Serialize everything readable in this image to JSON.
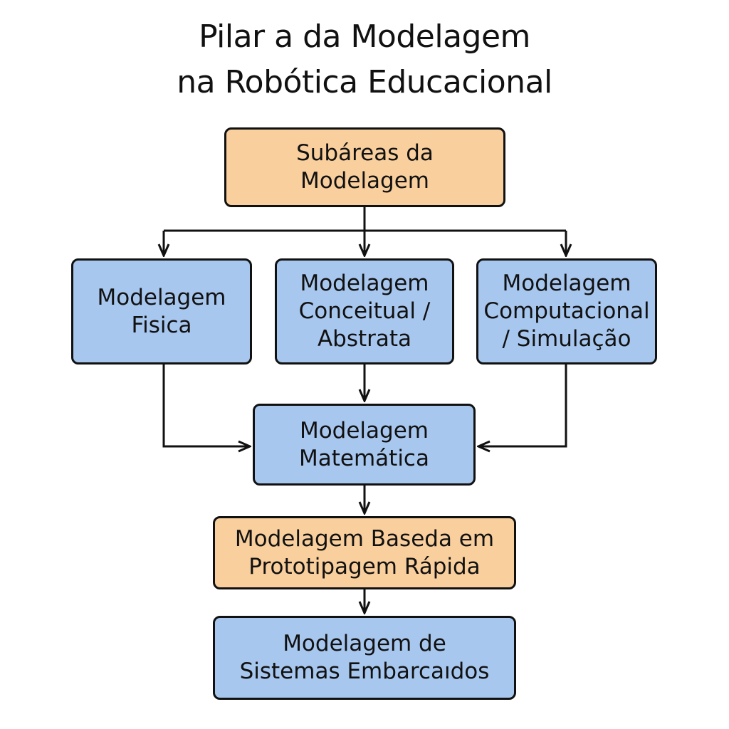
{
  "title": {
    "line1": "Pilar a  da Modelagem",
    "line2": "na Robótica Educacional"
  },
  "nodes": {
    "subareas": {
      "lines": [
        "Subáreas da",
        "Modelagem"
      ],
      "color": "#f8cf9d"
    },
    "fisica": {
      "lines": [
        "Modelagem",
        "Fisica"
      ],
      "color": "#a7c7ef"
    },
    "conceitual": {
      "lines": [
        "Modelagem",
        "Conceitual /",
        "Abstrata"
      ],
      "color": "#a7c7ef"
    },
    "computacional": {
      "lines": [
        "Modelagem",
        "Computacional",
        "/ Simulação"
      ],
      "color": "#a7c7ef"
    },
    "matematica": {
      "lines": [
        "Modelagem",
        "Matemática"
      ],
      "color": "#a7c7ef"
    },
    "prototipagem": {
      "lines": [
        "Modelagem Baseda em",
        "Prototipagem Rápida"
      ],
      "color": "#f8cf9d"
    },
    "embarcados": {
      "lines": [
        "Modelagem de",
        "Sistemas Embarcaıdos"
      ],
      "color": "#a7c7ef"
    }
  },
  "edges": [
    {
      "from": "subareas",
      "to": "fisica"
    },
    {
      "from": "subareas",
      "to": "conceitual"
    },
    {
      "from": "subareas",
      "to": "computacional"
    },
    {
      "from": "fisica",
      "to": "matematica"
    },
    {
      "from": "conceitual",
      "to": "matematica"
    },
    {
      "from": "computacional",
      "to": "matematica"
    },
    {
      "from": "matematica",
      "to": "prototipagem"
    },
    {
      "from": "prototipagem",
      "to": "embarcados"
    }
  ]
}
